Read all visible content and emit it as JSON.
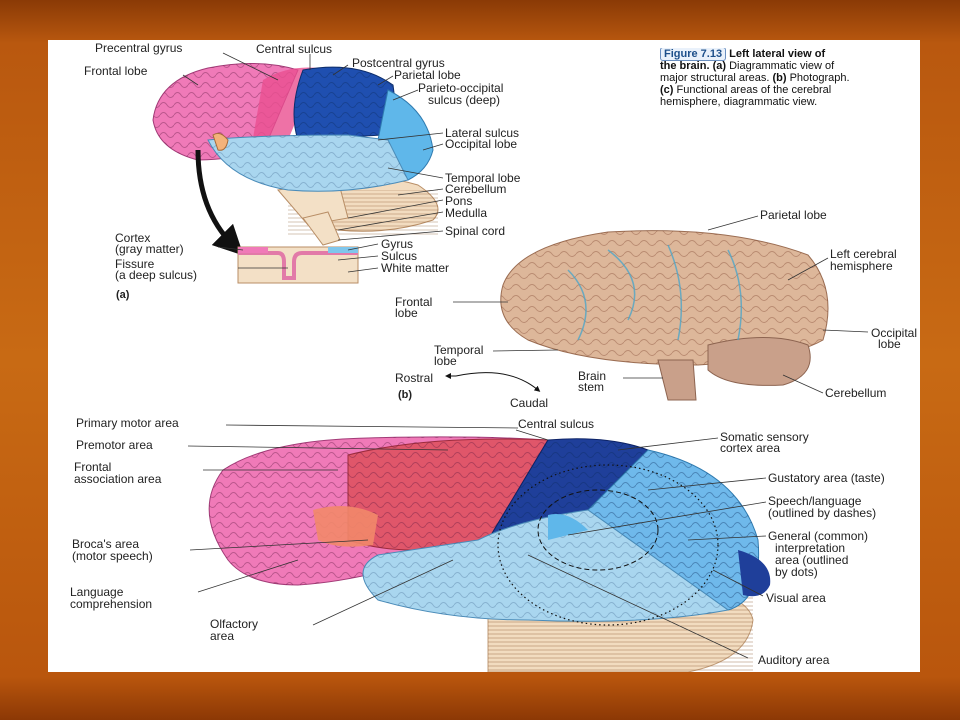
{
  "caption": {
    "figure_number": "Figure 7.13",
    "line1": "Left lateral view of",
    "line2a": "the brain. ",
    "line2b": "(a)",
    "line2c": " Diagrammatic view of",
    "line3a": "major structural areas. ",
    "line3b": "(b)",
    "line3c": " Photograph.",
    "line4a": "(c)",
    "line4b": " Functional areas of the cerebral",
    "line5": "hemisphere, diagrammatic view."
  },
  "panel_a": {
    "letter": "(a)",
    "labels": {
      "precentral_gyrus": "Precentral gyrus",
      "central_sulcus": "Central sulcus",
      "frontal_lobe": "Frontal lobe",
      "postcentral_gyrus": "Postcentral gyrus",
      "parietal_lobe": "Parietal lobe",
      "parieto_occipital_1": "Parieto-occipital",
      "parieto_occipital_2": "sulcus (deep)",
      "lateral_sulcus": "Lateral sulcus",
      "occipital_lobe": "Occipital lobe",
      "temporal_lobe": "Temporal lobe",
      "cerebellum": "Cerebellum",
      "pons": "Pons",
      "medulla": "Medulla",
      "spinal_cord": "Spinal cord",
      "cortex_1": "Cortex",
      "cortex_2": "(gray matter)",
      "fissure_1": "Fissure",
      "fissure_2": "(a deep sulcus)",
      "gyrus": "Gyrus",
      "sulcus": "Sulcus",
      "white_matter": "White matter"
    }
  },
  "panel_b": {
    "letter": "(b)",
    "labels": {
      "parietal_lobe": "Parietal lobe",
      "left_cerebral_1": "Left cerebral",
      "left_cerebral_2": "hemisphere",
      "frontal_1": "Frontal",
      "frontal_2": "lobe",
      "occipital_1": "Occipital",
      "occipital_2": "lobe",
      "temporal_1": "Temporal",
      "temporal_2": "lobe",
      "brain_stem_1": "Brain",
      "brain_stem_2": "stem",
      "cerebellum": "Cerebellum",
      "rostral": "Rostral",
      "caudal": "Caudal"
    }
  },
  "panel_c": {
    "labels": {
      "primary_motor": "Primary motor area",
      "central_sulcus": "Central sulcus",
      "premotor": "Premotor area",
      "somatic_1": "Somatic sensory",
      "somatic_2": "cortex area",
      "frontal_assoc_1": "Frontal",
      "frontal_assoc_2": "association area",
      "gustatory": "Gustatory area (taste)",
      "speech_1": "Speech/language",
      "speech_2": "(outlined by dashes)",
      "brocas_1": "Broca's area",
      "brocas_2": "(motor speech)",
      "general_1": "General (common)",
      "general_2": "interpretation",
      "general_3": "area (outlined",
      "general_4": "by dots)",
      "language_1": "Language",
      "language_2": "comprehension",
      "visual": "Visual area",
      "olfactory_1": "Olfactory",
      "olfactory_2": "area",
      "auditory": "Auditory area"
    }
  },
  "colors": {
    "frontal_pink": "#f07ab8",
    "parietal_blue": "#1f4fb0",
    "occipital_light": "#5fb7ea",
    "temporal_light": "#a9d6ef",
    "cerebellum_tan": "#f2dcc0",
    "motor_red": "#e0566a",
    "sensory_navy": "#1f3f9a"
  }
}
